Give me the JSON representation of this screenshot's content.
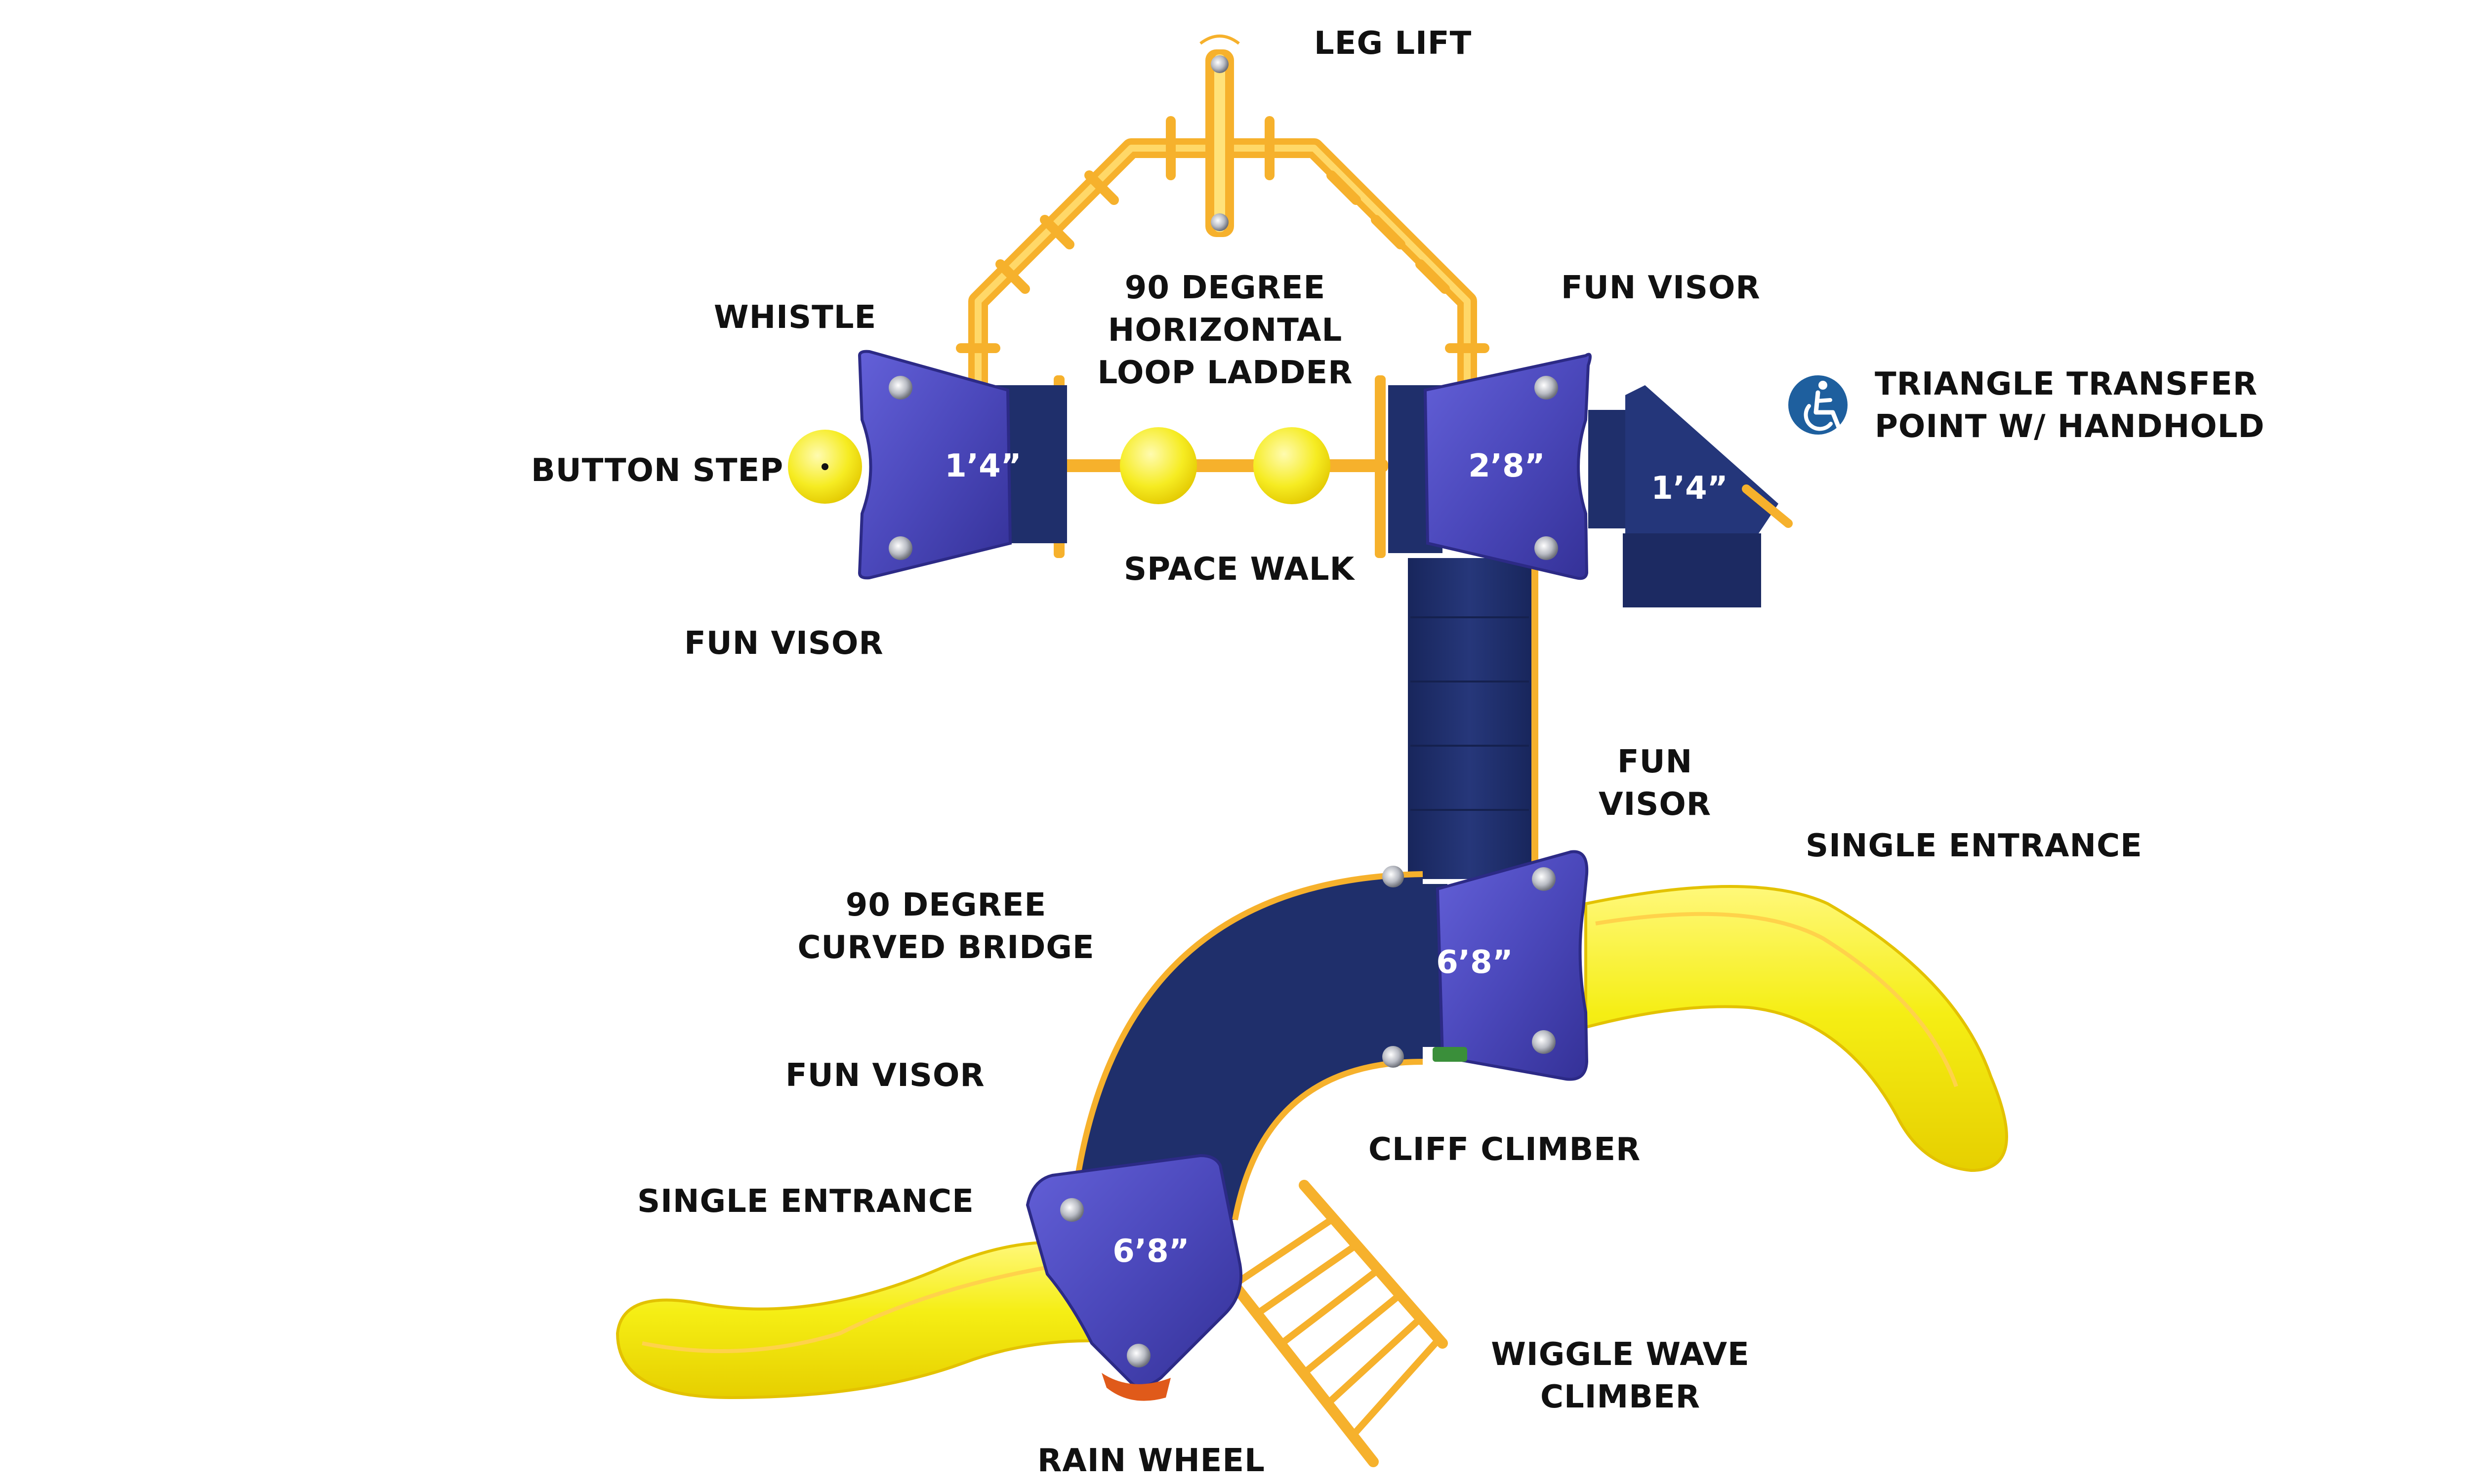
{
  "labels": {
    "leg_lift": "LEG LIFT",
    "loop_ladder": [
      "90 DEGREE",
      "HORIZONTAL",
      "LOOP LADDER"
    ],
    "whistle": "WHISTLE",
    "button_step": "BUTTON STEP",
    "fun_visor_top_left": "FUN VISOR",
    "space_walk": "SPACE WALK",
    "fun_visor_top_right": "FUN VISOR",
    "triangle_transfer": [
      "TRIANGLE TRANSFER",
      "POINT W/ HANDHOLD"
    ],
    "fun_visor_mid": [
      "FUN",
      "VISOR"
    ],
    "single_entrance_right": "SINGLE ENTRANCE",
    "curved_bridge": [
      "90 DEGREE",
      "CURVED BRIDGE"
    ],
    "fun_visor_lower": "FUN VISOR",
    "cliff_climber": "CLIFF CLIMBER",
    "single_entrance_left": "SINGLE ENTRANCE",
    "wiggle_wave": [
      "WIGGLE WAVE",
      "CLIMBER"
    ],
    "rain_wheel": "RAIN WHEEL"
  },
  "decks": {
    "deck_left": "1’4”",
    "deck_top_right": "2’8”",
    "deck_transfer": "1’4”",
    "deck_mid": "6’8”",
    "deck_bottom": "6’8”"
  },
  "icons": {
    "accessibility": "wheelchair-accessibility-icon"
  },
  "colors": {
    "deck_blue": "#4a47b8",
    "navy": "#1f2f6b",
    "slide_yellow": "#f7f01a",
    "rail_orange": "#f6b12c",
    "accessibility_blue": "#1e5f9e"
  }
}
